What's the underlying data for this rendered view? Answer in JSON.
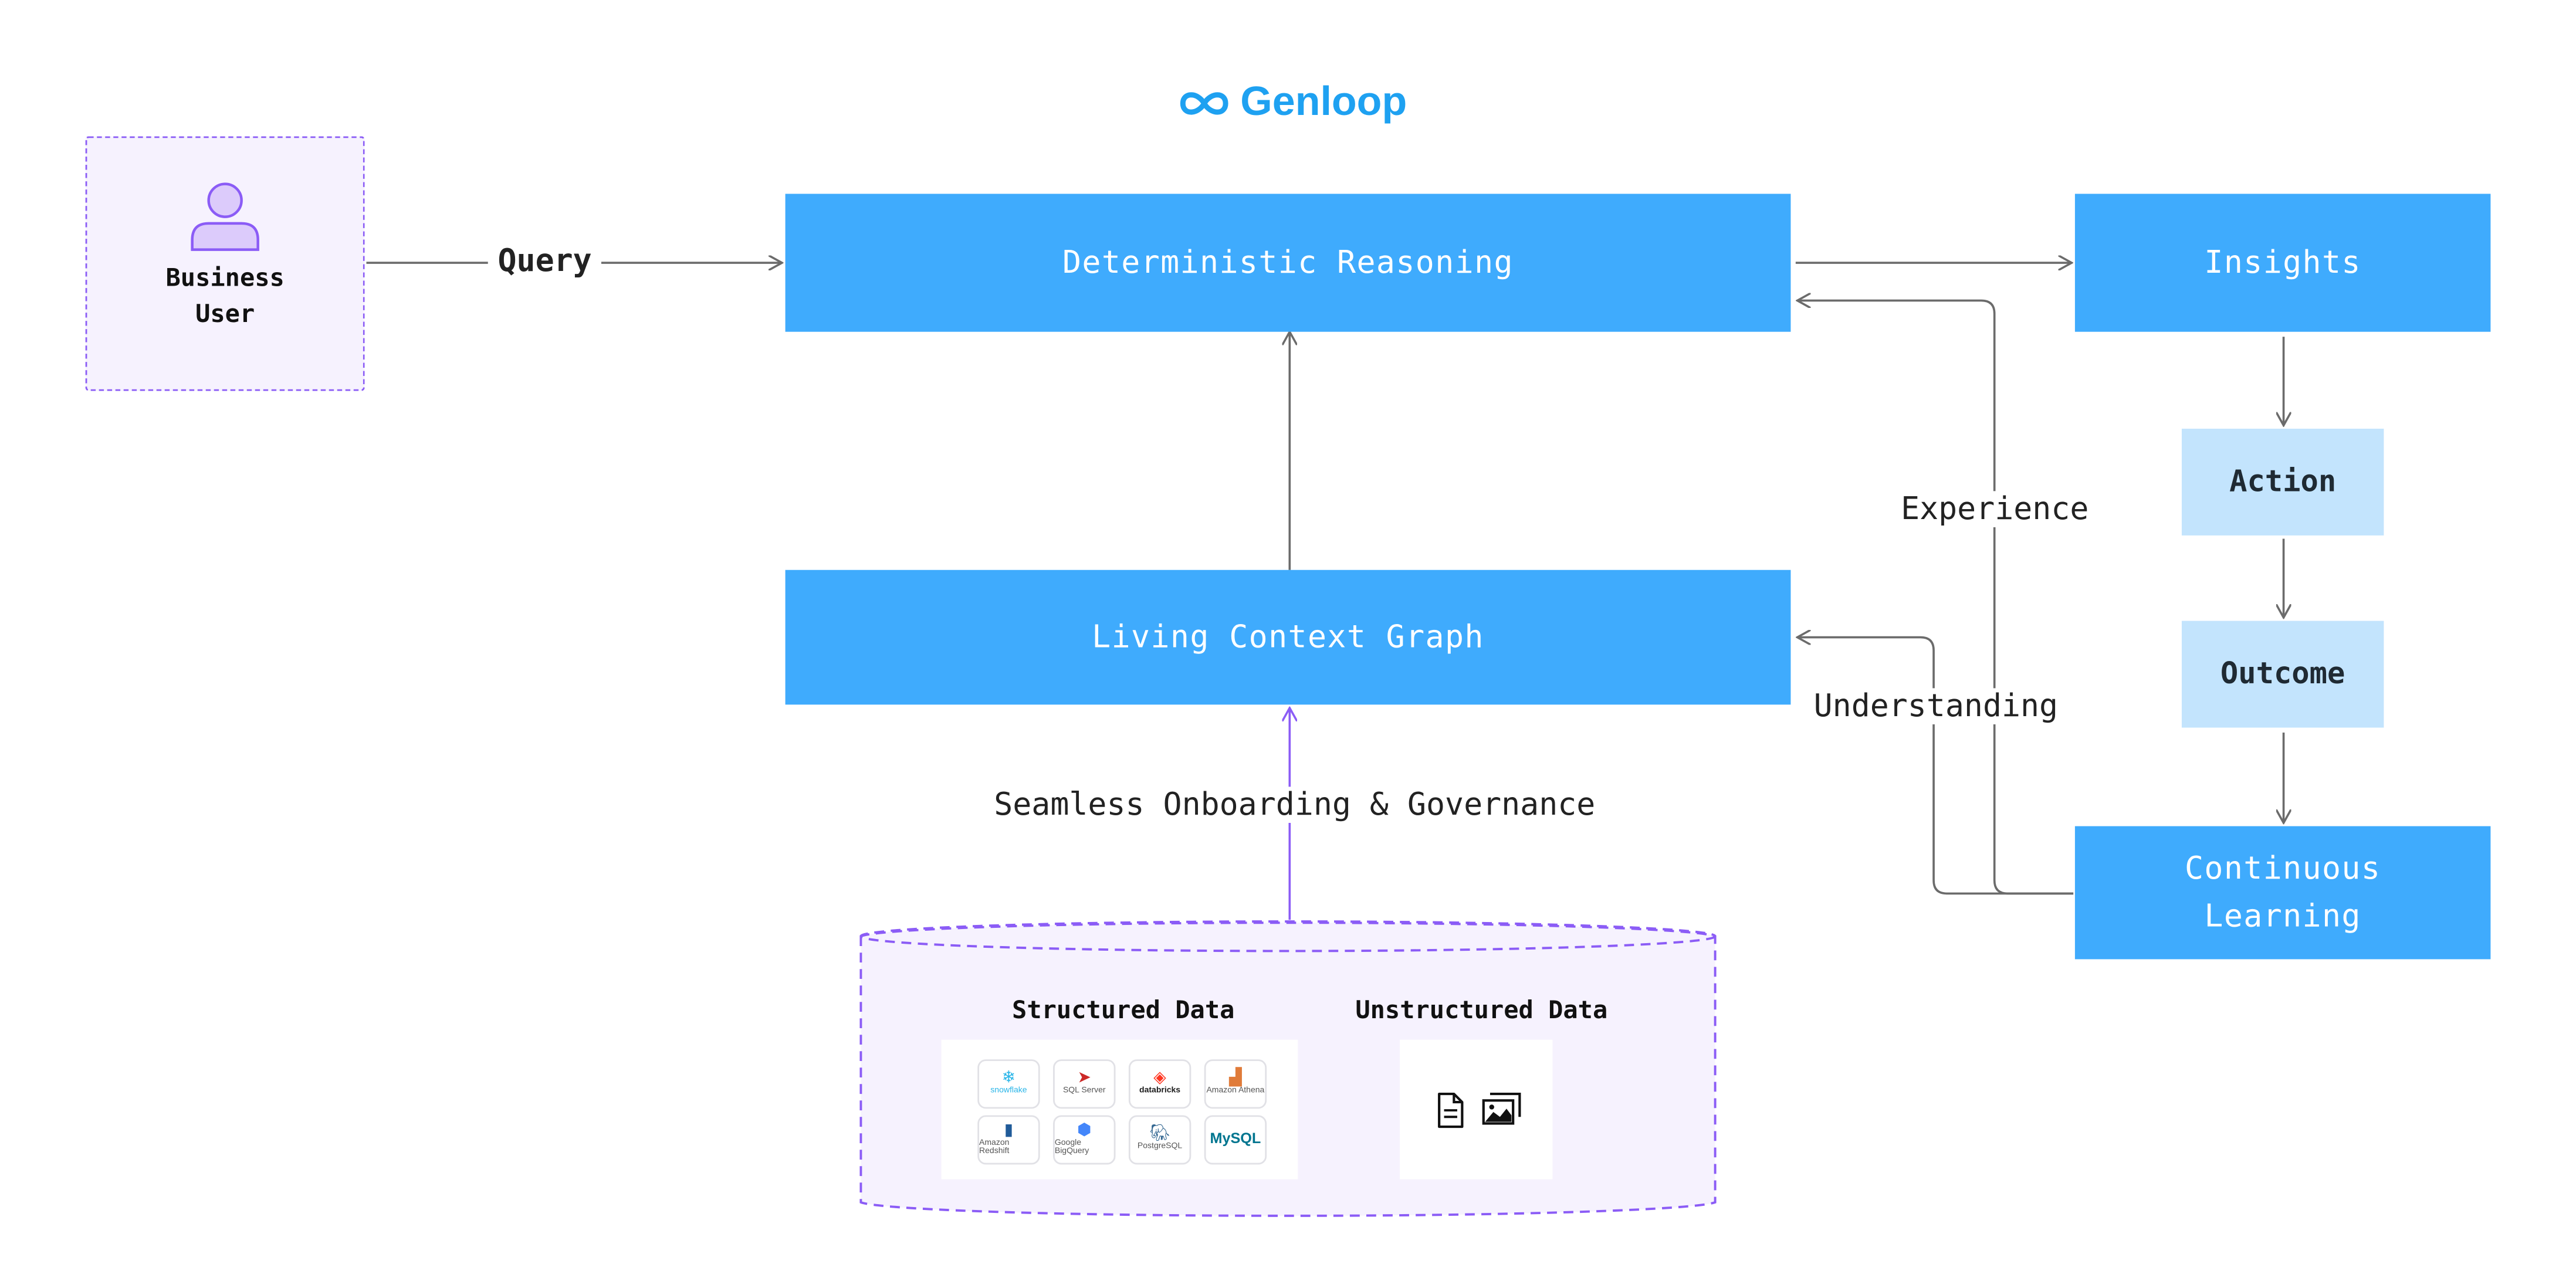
{
  "brand": {
    "name": "Genloop",
    "color": "#1EA1F1"
  },
  "user": {
    "line1": "Business",
    "line2": "User",
    "icon": "user-icon"
  },
  "labels": {
    "query": "Query",
    "experience": "Experience",
    "understanding": "Understanding",
    "onboarding": "Seamless Onboarding & Governance"
  },
  "nodes": {
    "reasoning": "Deterministic Reasoning",
    "context_graph": "Living Context Graph",
    "insights": "Insights",
    "action": "Action",
    "outcome": "Outcome",
    "learning_line1": "Continuous",
    "learning_line2": "Learning"
  },
  "data_store": {
    "structured_title": "Structured Data",
    "unstructured_title": "Unstructured Data",
    "structured_sources": [
      {
        "name": "snowflake",
        "icon": "snowflake-icon"
      },
      {
        "name": "SQL Server",
        "icon": "sql-server-icon"
      },
      {
        "name": "databricks",
        "icon": "databricks-icon"
      },
      {
        "name": "Amazon Athena",
        "icon": "athena-icon"
      },
      {
        "name": "Amazon Redshift",
        "icon": "redshift-icon"
      },
      {
        "name": "Google BigQuery",
        "icon": "bigquery-icon"
      },
      {
        "name": "PostgreSQL",
        "icon": "postgresql-icon"
      },
      {
        "name": "MySQL",
        "icon": "mysql-icon"
      }
    ],
    "unstructured_sources": [
      {
        "name": "document",
        "icon": "document-icon"
      },
      {
        "name": "images",
        "icon": "images-icon"
      }
    ]
  },
  "colors": {
    "primary_blue": "#3FABFD",
    "light_blue": "#C3E4FD",
    "purple": "#8B5CF6",
    "purple_bg": "#F6F2FE",
    "arrow_gray": "#6b6b6b"
  }
}
